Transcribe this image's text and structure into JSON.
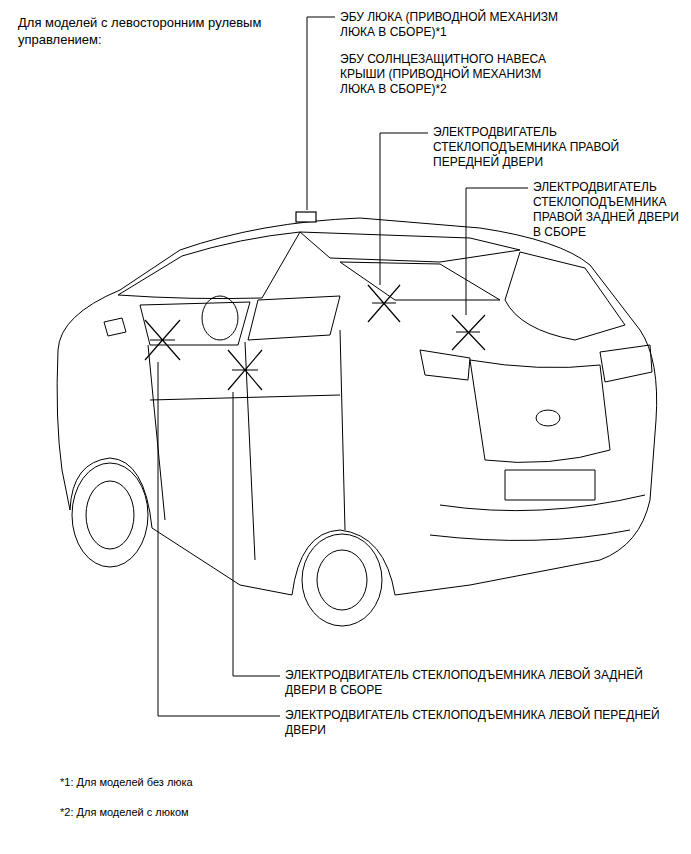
{
  "diagram": {
    "title": "Для моделей с левосторонним рулевым управлением:",
    "labels": [
      "ЭБУ ЛЮКА (ПРИВОДНОЙ МЕХАНИЗМ ЛЮКА В СБОРЕ)*1",
      "ЭБУ СОЛНЦЕЗАЩИТНОГО НАВЕСА КРЫШИ (ПРИВОДНОЙ МЕХАНИЗМ ЛЮКА В СБОРЕ)*2",
      "ЭЛЕКТРОДВИГАТЕЛЬ СТЕКЛОПОДЪЕМНИКА ПРАВОЙ ПЕРЕДНЕЙ ДВЕРИ",
      "ЭЛЕКТРОДВИГАТЕЛЬ СТЕКЛОПОДЪЕМНИКА ПРАВОЙ ЗАДНЕЙ ДВЕРИ В СБОРЕ",
      "ЭЛЕКТРОДВИГАТЕЛЬ СТЕКЛОПОДЪЕМНИКА ЛЕВОЙ ЗАДНЕЙ ДВЕРИ В СБОРЕ",
      "ЭЛЕКТРОДВИГАТЕЛЬ СТЕКЛОПОДЪЕМНИКА ЛЕВОЙ ПЕРЕДНЕЙ ДВЕРИ",
      "*1: Для моделей без люка",
      "*2: Для моделей с люком"
    ]
  }
}
